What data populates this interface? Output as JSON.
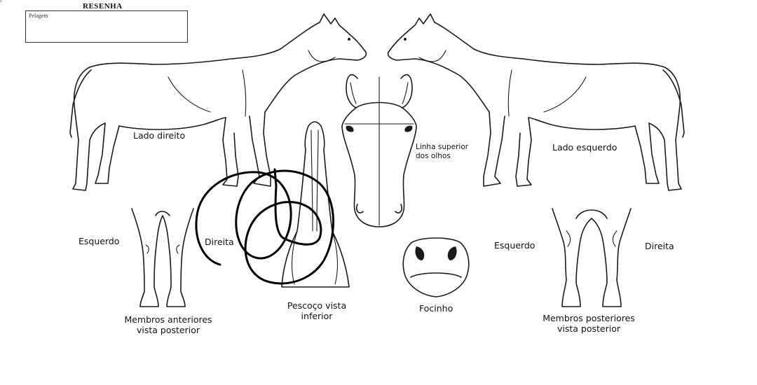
{
  "header": {
    "mark": "'",
    "title": "RESENHA",
    "field_label": "Pelagem"
  },
  "labels": {
    "lado_direito": "Lado direito",
    "lado_esquerdo": "Lado esquerdo",
    "linha_superior": "Linha superior\ndos olhos",
    "anterior_esquerdo": "Esquerdo",
    "anterior_direita": "Direita",
    "membros_anteriores": "Membros anteriores\nvista posterior",
    "pescoco": "Pescoço vista\ninferior",
    "focinho": "Focinho",
    "posterior_esquerdo": "Esquerdo",
    "posterior_direita": "Direita",
    "membros_posteriores": "Membros posteriores\nvista posterior"
  },
  "colors": {
    "line": "#1a1a1a",
    "scribble": "#000000",
    "background": "#ffffff"
  }
}
